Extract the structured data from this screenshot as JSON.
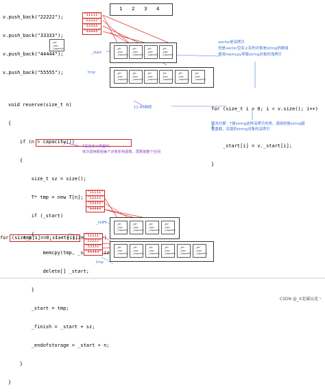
{
  "top_code": {
    "line1": "v.push_back(\"22222\");",
    "line2": "v.push_back(\"33333\");",
    "line3": "v.push_back(\"44444\");",
    "line4": "v.push_back(\"55555\");"
  },
  "array": [
    "1",
    "2",
    "3",
    "4"
  ],
  "top_strings": [
    "\"11111\"",
    "\"22222\"",
    "\"33333\"",
    "\"44444\""
  ],
  "mid_strings": [
    "\"11111\"",
    "\"22222\"",
    "\"33333\"",
    "\"44444\""
  ],
  "bot_strings": [
    "\"11111\"",
    "\"22222\"",
    "\"33333\"",
    "\"44444\""
  ],
  "cell_lines": [
    "_ptr",
    "_size",
    "_capacity"
  ],
  "labels": {
    "start": "_start",
    "tmp": "tmp",
    "start2": "_start",
    "tmp2": "tmp"
  },
  "notes": {
    "vector_deep": "vector是深拷贝",
    "note2": "但是vector空间上存的对象是string的数组",
    "note3": "使用memcpy导致string对象的浅拷贝",
    "timestamp": "11:40继续",
    "free_space": "T是自定义类型时，",
    "free_space2": "依次调用数组每个对象析构函数，再释放整个空间",
    "solution": "解决方案：T是string这样深拷贝的类，调用的是string赋",
    "solution2": "值重载，实现的string对象的深拷贝",
    "watermark": "CSDN @_X北城以北丶"
  },
  "reserve_code": {
    "l1": "void reserve(size_t n)",
    "l2": "{",
    "l3": "    if (n > capacity())",
    "l4": "    {",
    "l5": "        size_t sz = size();",
    "l6": "        T* tmp = new T[n];",
    "l7": "        if (_start)",
    "l8": "        {",
    "l9": "            memcpy(tmp, _start, sizeof(T) * sz);",
    "l10": "            delete[] _start;",
    "l11": "        }",
    "l12": "        _start = tmp;",
    "l13": "        _finish = _start + sz;",
    "l14": "        _endofstorage = _start + n;",
    "l15": "    }",
    "l16": "}"
  },
  "for_right": {
    "l1": "for (size_t i = 0; i < v.size(); i++)",
    "l2": "{",
    "l3": "    _start[i] = v._start[i];",
    "l4": "}"
  },
  "for_bottom": {
    "l1": "for (size_t i = 0; i < v.size(); i++)",
    "l2": "    tmp[i] = _start[i];"
  }
}
